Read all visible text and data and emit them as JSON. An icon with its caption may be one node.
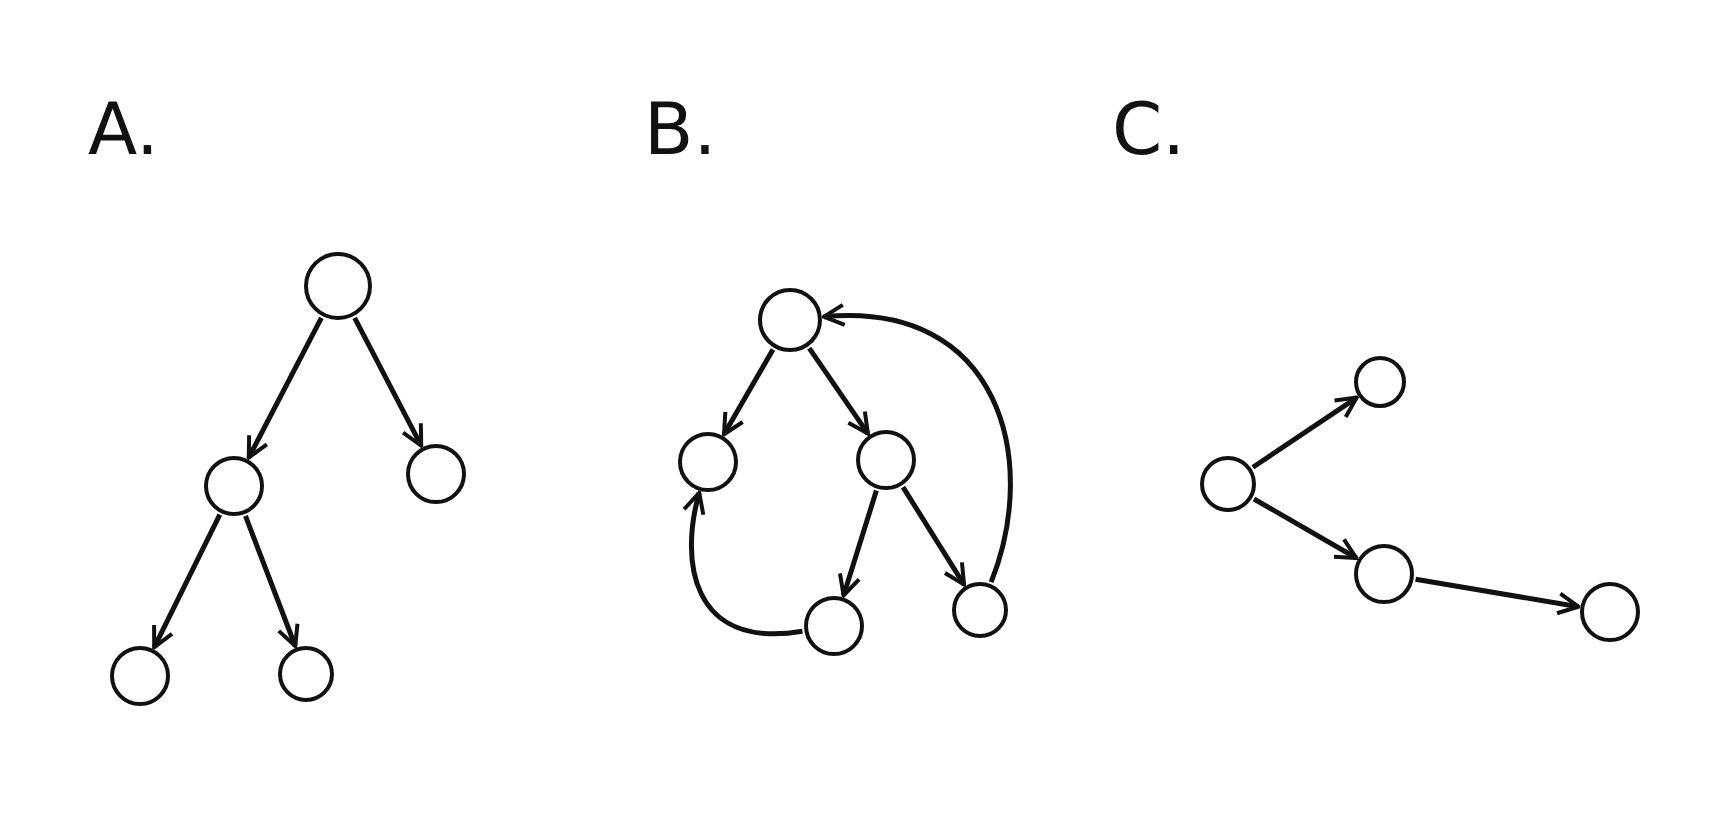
{
  "diagram": {
    "nodes": [
      {
        "text": [],
        "shape": "circle"
      },
      {
        "text": [],
        "shape": "circle"
      },
      {
        "text": [],
        "shape": "circle"
      },
      {
        "text": [],
        "shape": "circle"
      },
      {
        "text": [],
        "shape": "circle"
      },
      {
        "text": [],
        "shape": "circle"
      },
      {
        "text": [],
        "shape": "circle"
      },
      {
        "text": [],
        "shape": "circle"
      },
      {
        "text": [],
        "shape": "circle"
      },
      {
        "text": [],
        "shape": "circle"
      },
      {
        "text": [],
        "shape": "circle"
      },
      {
        "text": [],
        "shape": "circle"
      },
      {
        "text": [],
        "shape": "circle"
      },
      {
        "text": [],
        "shape": "circle"
      }
    ],
    "edges": [
      {
        "from": 0,
        "to": 1,
        "arrow": "to"
      },
      {
        "from": 0,
        "to": 2,
        "arrow": "to"
      },
      {
        "from": 1,
        "to": 3,
        "arrow": "to"
      },
      {
        "from": 1,
        "to": 4,
        "arrow": "to"
      },
      {
        "from": 5,
        "to": 6,
        "arrow": "to"
      },
      {
        "from": 5,
        "to": 7,
        "arrow": "to"
      },
      {
        "from": 7,
        "to": 8,
        "arrow": "to"
      },
      {
        "from": 7,
        "to": 9,
        "arrow": "to"
      },
      {
        "from": 9,
        "to": 5,
        "arrow": "to"
      },
      {
        "from": 8,
        "to": 6,
        "arrow": "to"
      },
      {
        "from": 10,
        "to": 11,
        "arrow": "to"
      },
      {
        "from": 10,
        "to": 12,
        "arrow": "to"
      },
      {
        "from": 12,
        "to": 13,
        "arrow": "to"
      }
    ],
    "labels": [
      "A.",
      "B.",
      "C."
    ]
  }
}
